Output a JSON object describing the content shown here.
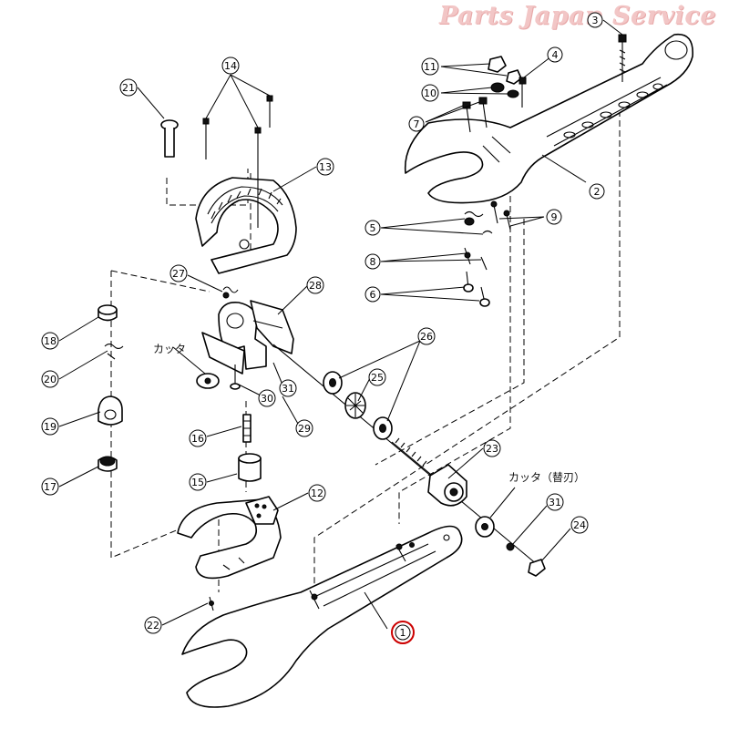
{
  "watermark": "Parts Japan Service",
  "labels": {
    "p1": "1",
    "p2": "2",
    "p3": "3",
    "p4": "4",
    "p5": "5",
    "p6": "6",
    "p7": "7",
    "p8": "8",
    "p9": "9",
    "p10": "10",
    "p11": "11",
    "p12": "12",
    "p13": "13",
    "p14": "14",
    "p15": "15",
    "p16": "16",
    "p17": "17",
    "p18": "18",
    "p19": "19",
    "p20": "20",
    "p21": "21",
    "p22": "22",
    "p23": "23",
    "p24": "24",
    "p25": "25",
    "p26": "26",
    "p27": "27",
    "p28": "28",
    "p29": "29",
    "p30": "30",
    "p31a": "31",
    "p31b": "31"
  },
  "captions": {
    "cutter": "カッタ",
    "cutter_blade": "カッタ（替刃）"
  },
  "colors": {
    "highlight": "#cc0000",
    "ink": "#000000",
    "watermark": "#f2c6c6"
  }
}
